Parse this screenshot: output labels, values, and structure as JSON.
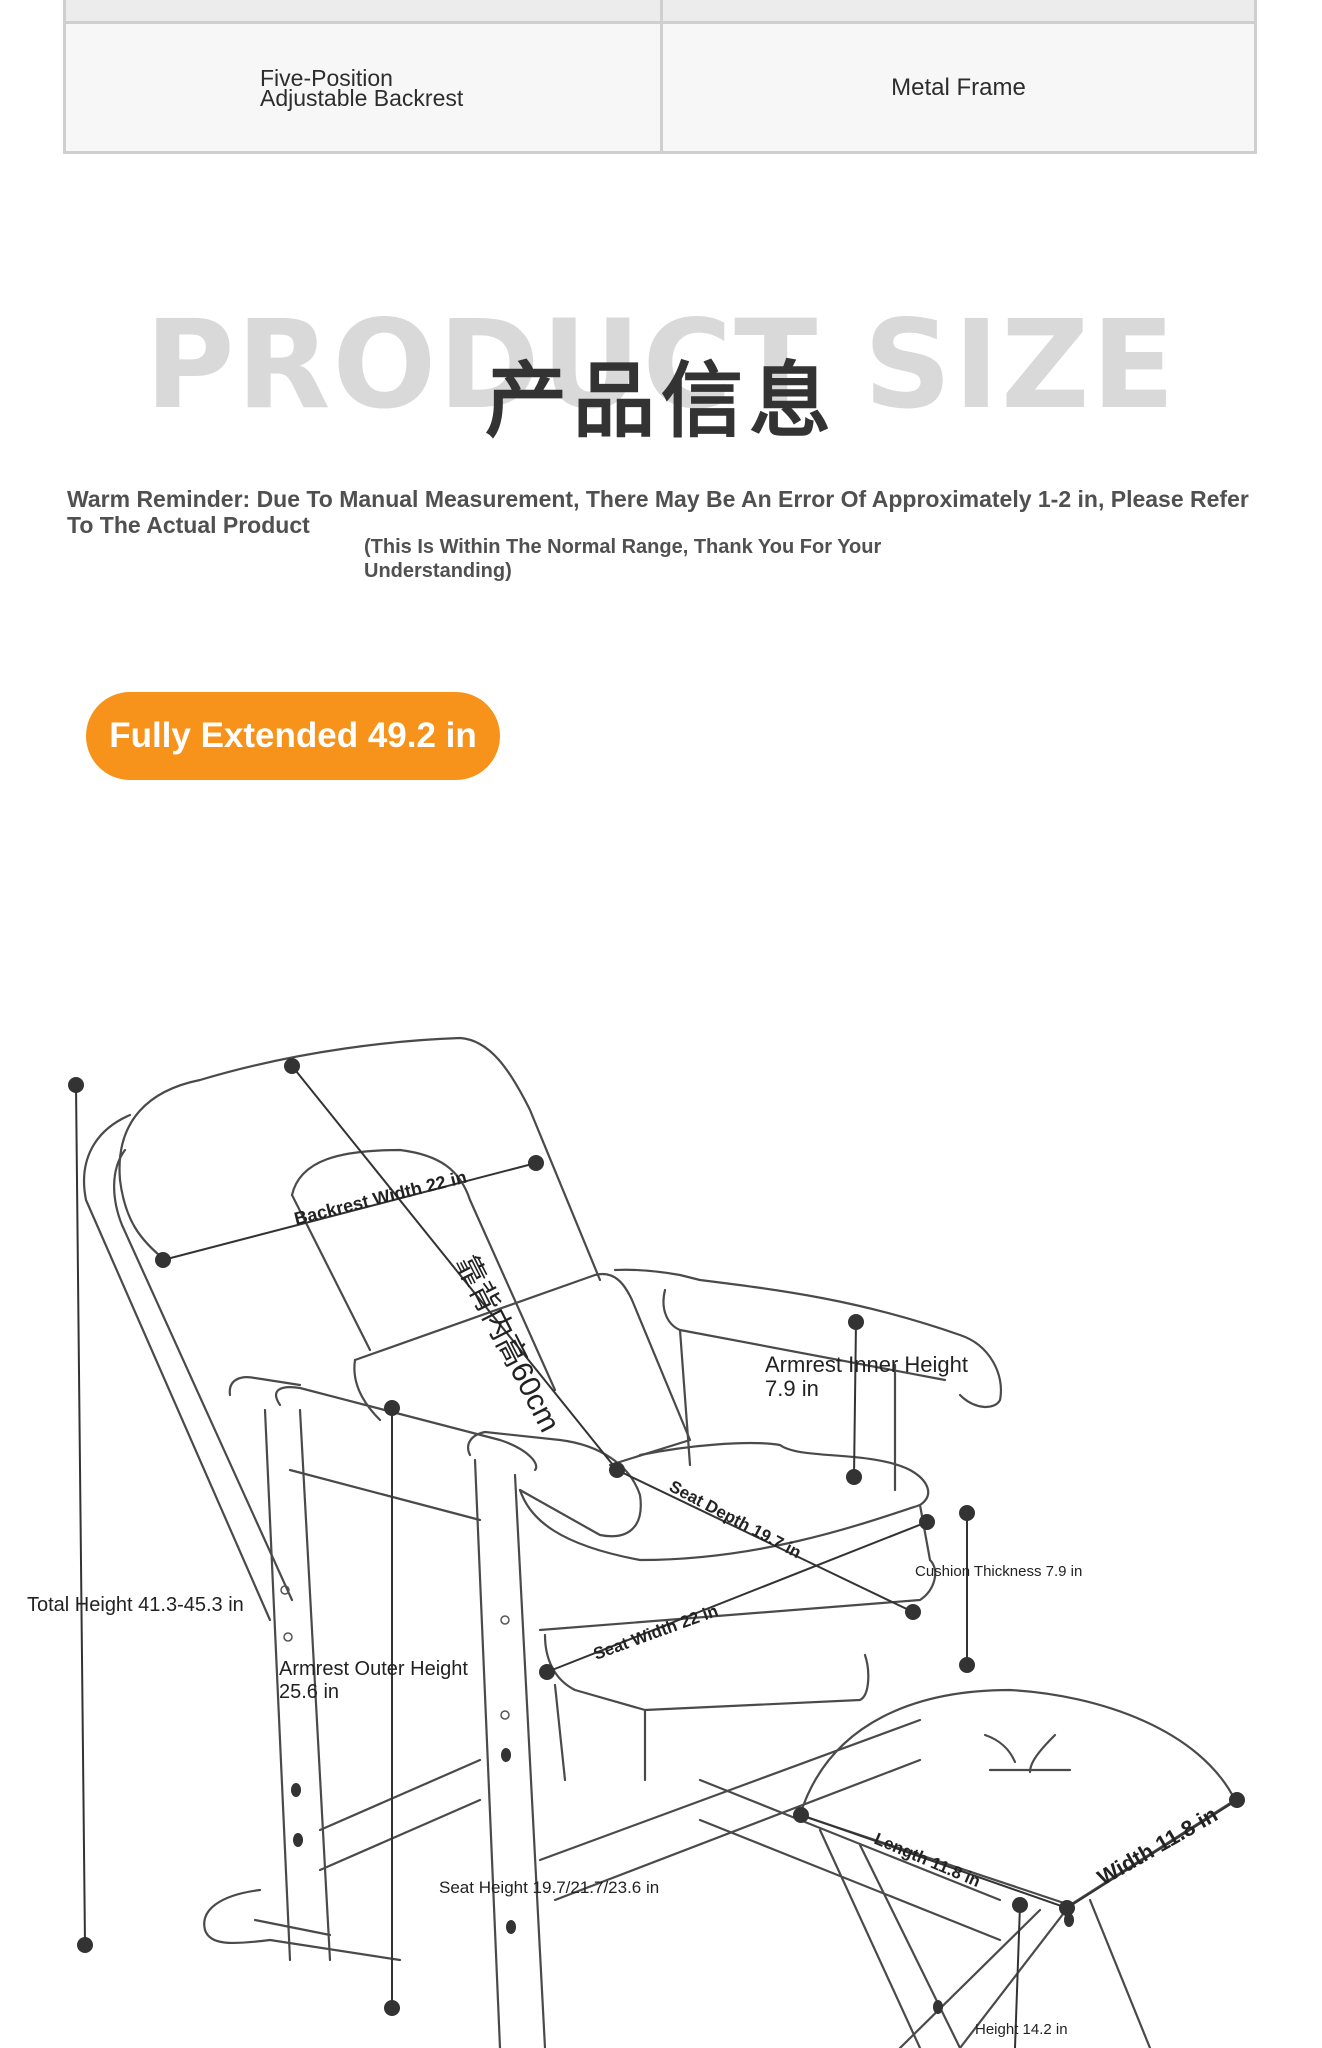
{
  "spec_table": {
    "left_cell": "Five-Position\nAdjustable Backrest",
    "right_cell": "Metal Frame"
  },
  "section": {
    "title_en": "PRODUCT SIZE",
    "title_cn": "产品信息"
  },
  "reminder": {
    "main": "Warm Reminder: Due To Manual Measurement, There May Be An Error Of Approximately 1-2 in, Please Refer To The Actual Product",
    "sub": "(This Is Within The Normal Range, Thank You For Your Understanding)"
  },
  "badge": {
    "label": "Fully Extended 49.2 in",
    "color": "#f7931b"
  },
  "dimensions": {
    "backrest_width": "Backrest Width 22 in",
    "backrest_inner_height": "靠背内高60cm",
    "armrest_inner_line1": "Armrest Inner Height",
    "armrest_inner_line2": "7.9 in",
    "seat_depth": "Seat Depth 19.7 in",
    "cushion_thickness": "Cushion Thickness 7.9 in",
    "total_height": "Total Height 41.3-45.3 in",
    "seat_width": "Seat Width 22 in",
    "armrest_outer_line1": "Armrest Outer Height",
    "armrest_outer_line2": "25.6 in",
    "seat_height": "Seat Height 19.7/21.7/23.6 in",
    "footrest_length": "Length 11.8 in",
    "footrest_width": "Width 11.8 in",
    "footrest_height": "Height 14.2 in"
  }
}
